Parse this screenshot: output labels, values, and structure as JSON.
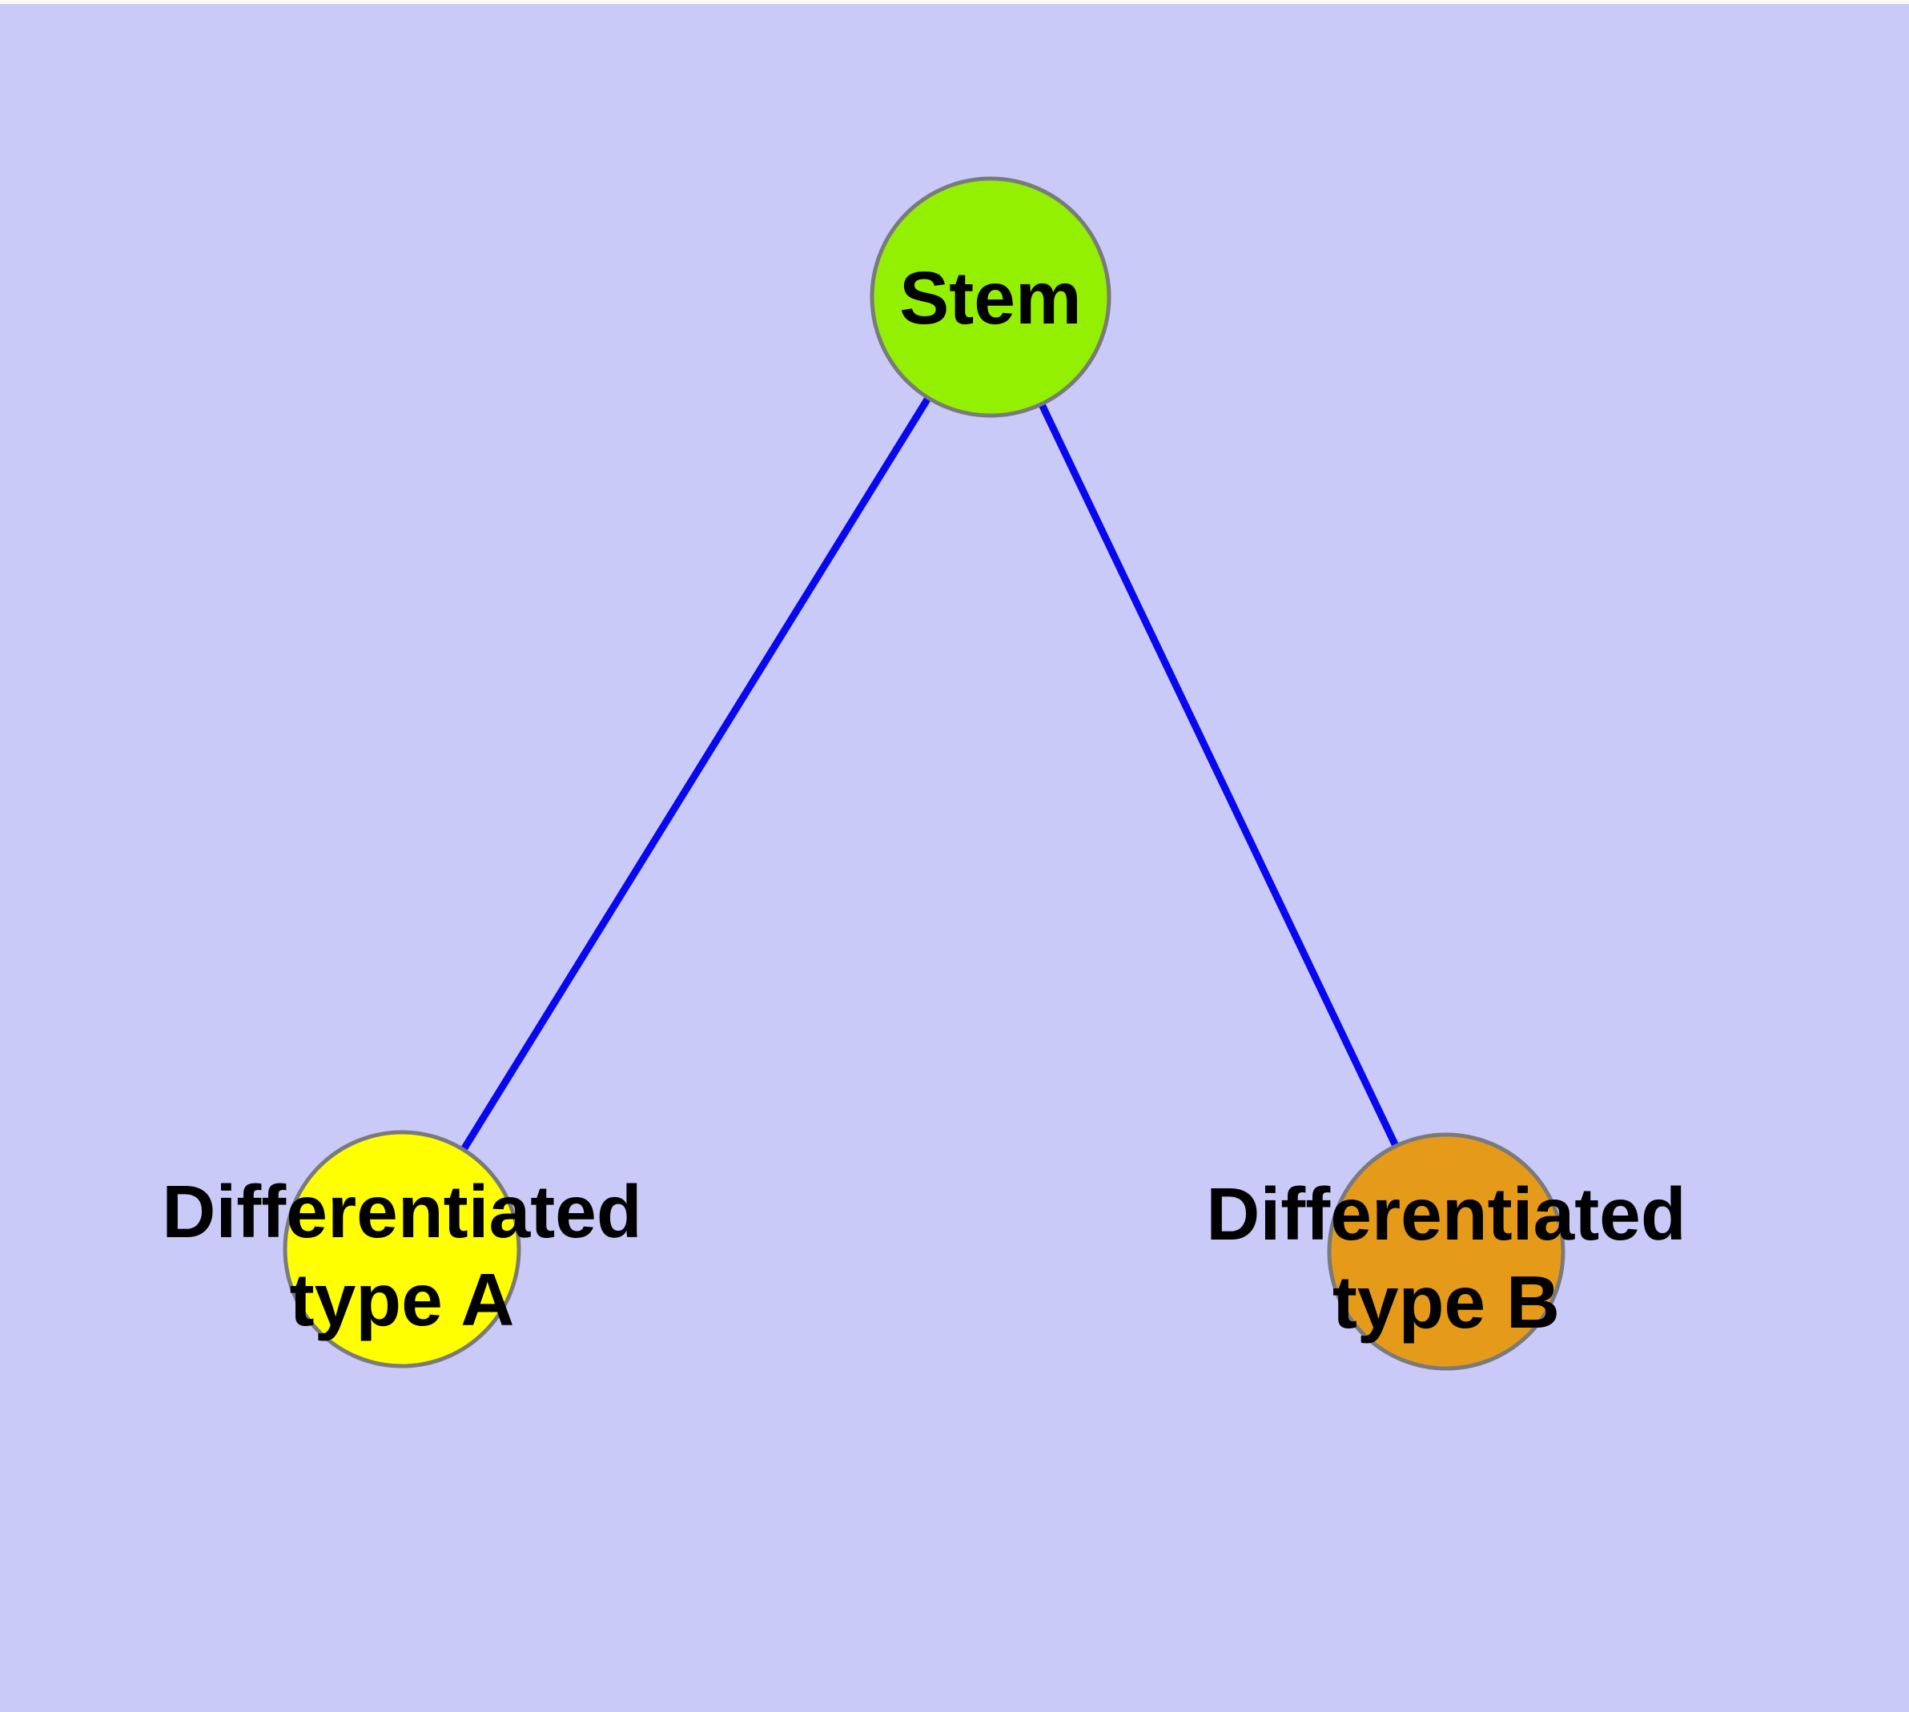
{
  "diagram": {
    "background_color": "#CACAF9",
    "top_strip_color": "#FBFBFB",
    "edge_color": "#0808F0",
    "node_border_color": "#7A7A7A",
    "label_color": "#000000",
    "nodes": {
      "stem": {
        "label": "Stem",
        "fill": "#93F000"
      },
      "type_a": {
        "label_line1": "Differentiated",
        "label_line2": "type A",
        "fill": "#FFFF00"
      },
      "type_b": {
        "label_line1": "Differentiated",
        "label_line2": "type B",
        "fill": "#E69A1A"
      }
    },
    "edges": [
      {
        "from": "Stem",
        "to": "Differentiated type A"
      },
      {
        "from": "Stem",
        "to": "Differentiated type B"
      }
    ]
  }
}
